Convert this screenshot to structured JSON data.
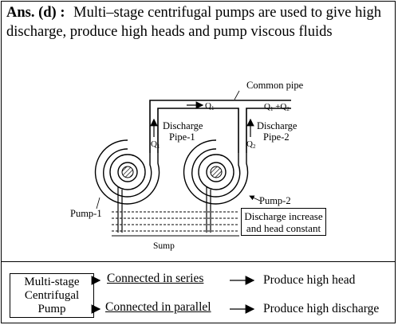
{
  "answer": {
    "prefix": "Ans. (d) :",
    "text": "Multi–stage centrifugal pumps are used to give high discharge, produce high heads and pump viscous fluids"
  },
  "diagram": {
    "common_pipe": "Common pipe",
    "q1_flow": "Q",
    "q1_flow_sub": "1",
    "q_total": "Q",
    "q_total_sub1": "1",
    "q_total_plus": " +Q",
    "q_total_sub2": "2",
    "q1_left": "Q",
    "q1_left_sub": "1",
    "q2_right": "Q",
    "q2_right_sub": "2",
    "discharge_pipe_1_line1": "Discharge",
    "discharge_pipe_1_line2": "Pipe-1",
    "discharge_pipe_2_line1": "Discharge",
    "discharge_pipe_2_line2": "Pipe-2",
    "pump_1": "Pump-1",
    "pump_2": "Pump-2",
    "sump": "Sump",
    "note_line1": "Discharge increase",
    "note_line2": "and head constant"
  },
  "summary": {
    "box_line1": "Multi-stage",
    "box_line2": "Centrifugal",
    "box_line3": "Pump",
    "series_label": "Connected in series",
    "series_result": "Produce high head",
    "parallel_label": "Connected in parallel",
    "parallel_result": "Produce high discharge"
  }
}
